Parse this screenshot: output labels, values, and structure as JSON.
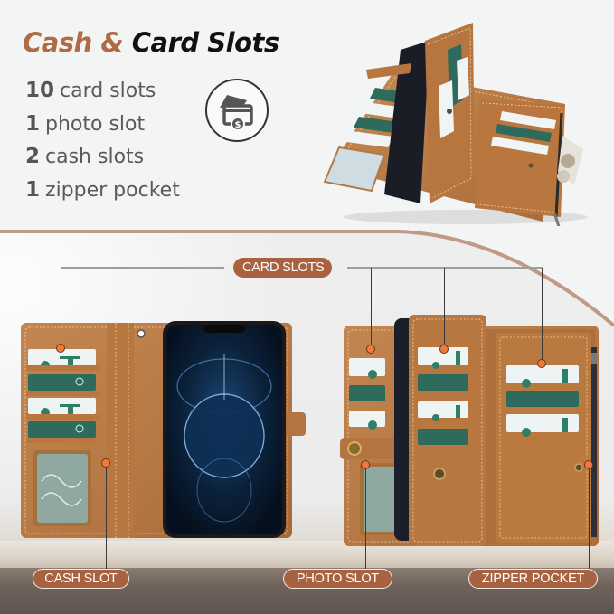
{
  "headline": {
    "accent": "Cash &",
    "dark": "Card Slots"
  },
  "features": [
    {
      "num": "10",
      "label": "card slots"
    },
    {
      "num": "1",
      "label": "photo slot"
    },
    {
      "num": "2",
      "label": "cash slots"
    },
    {
      "num": "1",
      "label": "zipper pocket"
    }
  ],
  "feature_icon": "card-cash-icon",
  "callouts": {
    "card_slots": "CARD SLOTS",
    "cash_slot": "CASH SLOT",
    "photo_slot": "PHOTO SLOT",
    "zipper_pocket": "ZIPPER POCKET"
  },
  "colors": {
    "accent": "#b06a44",
    "pill": "#a8623f",
    "leather": "#b9773f",
    "dot": "#f07a3a",
    "card_green": "#2e6b5c"
  }
}
